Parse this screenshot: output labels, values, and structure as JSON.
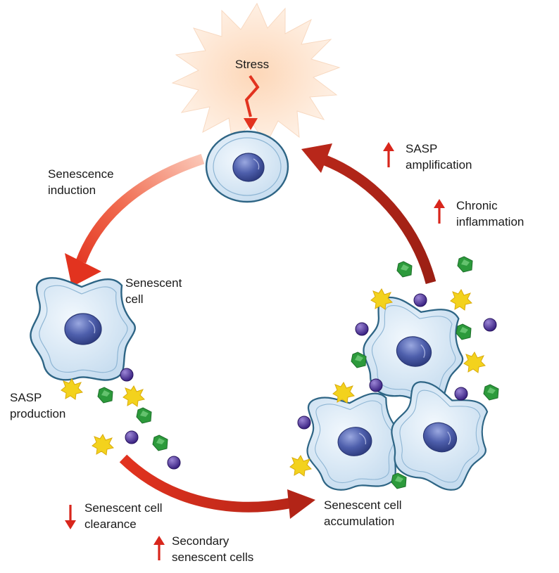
{
  "labels": {
    "stress": "Stress",
    "senescence_induction": [
      "Senescence",
      "induction"
    ],
    "senescent_cell": [
      "Senescent",
      "cell"
    ],
    "sasp_production": [
      "SASP",
      "production"
    ],
    "senescent_cell_clearance": [
      "Senescent cell",
      "clearance"
    ],
    "secondary_senescent_cells": [
      "Secondary",
      "senescent cells"
    ],
    "senescent_cell_accumulation": [
      "Senescent cell",
      "accumulation"
    ],
    "sasp_amplification": [
      "SASP",
      "amplification"
    ],
    "chronic_inflammation": [
      "Chronic",
      "inflammation"
    ]
  },
  "indicators": {
    "senescent_cell_clearance": "down",
    "secondary_senescent_cells": "up",
    "sasp_amplification": "up",
    "chronic_inflammation": "up"
  },
  "icons": {
    "stress": "starburst-icon",
    "stress_signal": "zigzag-arrow-icon",
    "normal_cell": "round-cell-icon",
    "senescent_cell": "irregular-cell-icon",
    "sasp_factor_yellow": "yellow-star-icon",
    "sasp_factor_green": "green-pentagon-icon",
    "sasp_factor_purple": "purple-sphere-icon"
  },
  "colors": {
    "arrow_light": "#f7a593",
    "arrow_red": "#e2331f",
    "arrow_dark": "#a32216",
    "indicator_red": "#d8261c",
    "burst": "#fde3cc",
    "cell_fill": "#dbe9f5",
    "cell_stroke": "#2e6585",
    "nucleus": "#4e5fac",
    "yellow": "#f3d21d",
    "green": "#2c9a3b",
    "purple": "#4b2e94"
  }
}
